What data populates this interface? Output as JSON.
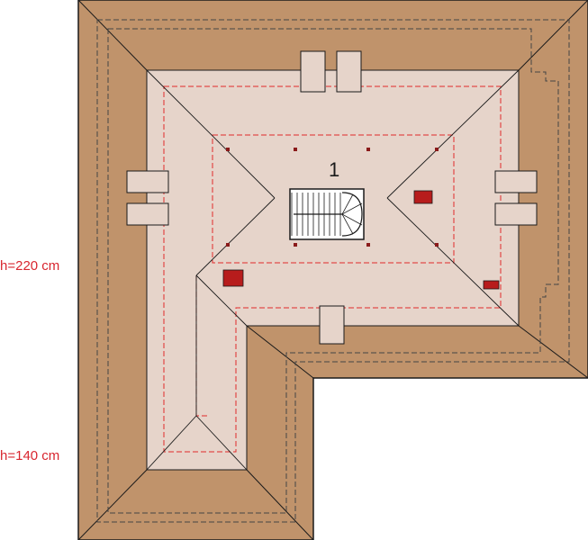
{
  "colors": {
    "roof": "#c0936b",
    "floor": "#e6d4ca",
    "outline": "#1a1a1a",
    "dashed_gray": "#444444",
    "dashed_red": "#e02a2a",
    "label_red": "#d8262f",
    "marker": "#b71c1c"
  },
  "labels": {
    "height_220": "h=220 cm",
    "height_140": "h=140 cm",
    "room_number": "1"
  },
  "elements": {
    "staircase": "staircase",
    "chimneys": [
      "chimney",
      "chimney",
      "chimney",
      "chimney",
      "chimney",
      "chimney",
      "chimney"
    ],
    "skylights": [
      "skylight",
      "skylight",
      "skylight"
    ]
  }
}
